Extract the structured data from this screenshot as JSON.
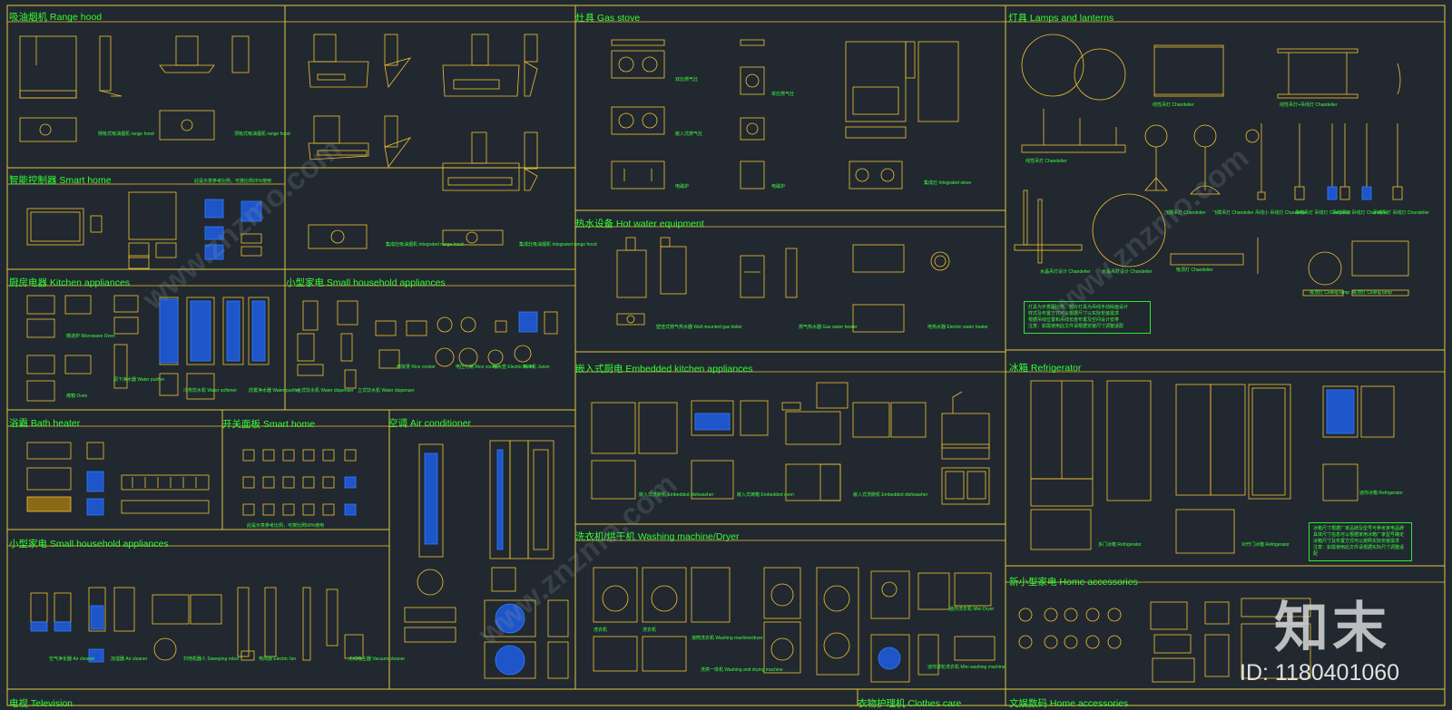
{
  "colors": {
    "background": "#212830",
    "frame": "#e0c83a",
    "line": "#f2c230",
    "accent": "#2f7fff",
    "title": "#33ff33"
  },
  "sections": {
    "range_hood": "吸油烟机 Range hood",
    "gas_stove": "灶具 Gas stove",
    "lamps": "灯具 Lamps and lanterns",
    "smart_control": "智能控制器 Smart home",
    "hot_water": "热水设备 Hot water equipment",
    "kitchen": "厨房电器 Kitchen appliances",
    "small_household_1": "小型家电 Small household appliances",
    "embedded": "嵌入式厨电 Embedded kitchen appliances",
    "refrigerator": "冰箱 Refrigerator",
    "bath_heater": "浴霸 Bath heater",
    "switch_panel": "开关面板 Smart home",
    "air_conditioner": "空调 Air conditioner",
    "washing": "洗衣机/烘干机 Washing machine/Dryer",
    "small_household_2": "小型家电 Small household appliances",
    "home_acc_1": "新小型家电 Home accessories",
    "television": "电视 Television",
    "clothes_care": "衣物护理机 Clothes care",
    "home_acc_2": "文娱数码 Home accessories"
  },
  "labels": {
    "hood1": "侧吸式吸油烟机\nrange hood",
    "hood2": "顶吸式吸油烟机\nrange hood",
    "hood3": "集成灶吸油烟机\nIntegrated range hood",
    "hood4": "集成灶吸油烟机\nIntegrated range hood",
    "smart_note": "此是示意参考比例，可按比例25%使用",
    "stove_a": "双灶燃气灶",
    "stove_b": "单灶燃气灶",
    "stove_c": "嵌入式燃气灶",
    "stove_d": "电磁炉",
    "stove_e": "电磁炉",
    "stove_f": "集成灶\nIntegrated stove",
    "lamp1": "线性吊灯\nChandelier",
    "lamp2": "线性吊灯 Chandelier",
    "lamp3": "线性吊灯+吊线灯\nChandelier",
    "lamp4": "飞碟吊灯\nChandelier",
    "lamp5": "飞碟吊灯\nChandelier",
    "lamp6": "吊线小\n吊线灯\nChandelier",
    "lamp7": "吊线吊灯\n吊线灯\nChandelier",
    "lamp8": "吊线吊灯\n吊线灯\nChandelier",
    "lamp9": "吊线吊灯\n吊线灯\nChandelier",
    "lamp10": "水晶吊灯设计\nChandelier",
    "lamp11": "水晶吊灯设计\nChandelier",
    "lamp12": "吸顶灯\nChandelier",
    "lamp13": "吸顶灯\nCeiling lamp",
    "lamp14": "吸顶灯\nCeiling lamp",
    "lamp_note": "灯具为示意图比例，部分灯具为吊线手动绘画设计\n样式及布置方式可以根据尺寸以实际安装需求\n根据吊线位置和吊线长度布置及空间设计安排\n注意：如需使用此文件请根据安装尺寸调整适配",
    "hw1": "壁挂式燃气热水器\nWall mounted gas boiler",
    "hw2": "燃气热水器\nGas water heater",
    "hw3": "电热水器\nElectric water heater",
    "k1": "微波炉\nMicrowave Oven",
    "k2": "烤箱\nOven",
    "k3": "厨下净水器\nWater purifier",
    "k4": "冷热饮水机\nWater softener",
    "k5": "前置净水器\nWater purifier",
    "s1": "台式饮水机\nWater dispenser",
    "s2": "立式饮水机\nWater dispenser",
    "s3": "电饭煲\nRice cooker",
    "s4": "电压力锅\nRice cooker",
    "s5": "电水壶\nElectric kettle",
    "s6": "榨汁机\nJuicer",
    "e1": "嵌入式洗碗机\nEmbedded dishwasher",
    "e2": "嵌入式烤箱\nEmbedded oven",
    "e3": "嵌入式洗碗机\nEmbedded dishwasher",
    "r1": "多门冰箱\nRefrigerator",
    "r2": "对开门冰箱\nRefrigerator",
    "r3": "迷你冰箱\nRefrigerator",
    "fridge_note": "冰箱尺寸根据厂家品牌及型号可参考家电品牌\n具体尺寸信息可以根据家用冰箱厂家型号确定\n冰箱尺寸及布置方式可以按照实际安装需求\n注意：如需使用此文件请根据实际尺寸调整适配",
    "switch_note": "此是示意参考比例，可按比例50%使用",
    "w1": "滚筒洗衣机\nWashing machine/dryer",
    "w2": "洗烘一体机\nWashing and drying machine",
    "w3": "迷你洗衣机 Mini Dryer",
    "w4": "迷你波轮洗衣机\nMini washing machine",
    "w5": "洗衣机",
    "w6": "洗衣机",
    "ac1": "空气净化器\nAir cleaner",
    "ac2": "加湿器\nAir cleaner",
    "ac3": "扫地机器人\nSweeping robot",
    "ac4": "电风扇\nElectric fan",
    "ac5": "无线吸尘器\nVacuum cleaner"
  },
  "watermarks": {
    "brand": "知末",
    "id": "ID: 1180401060",
    "site": "www.znzmo.com"
  }
}
